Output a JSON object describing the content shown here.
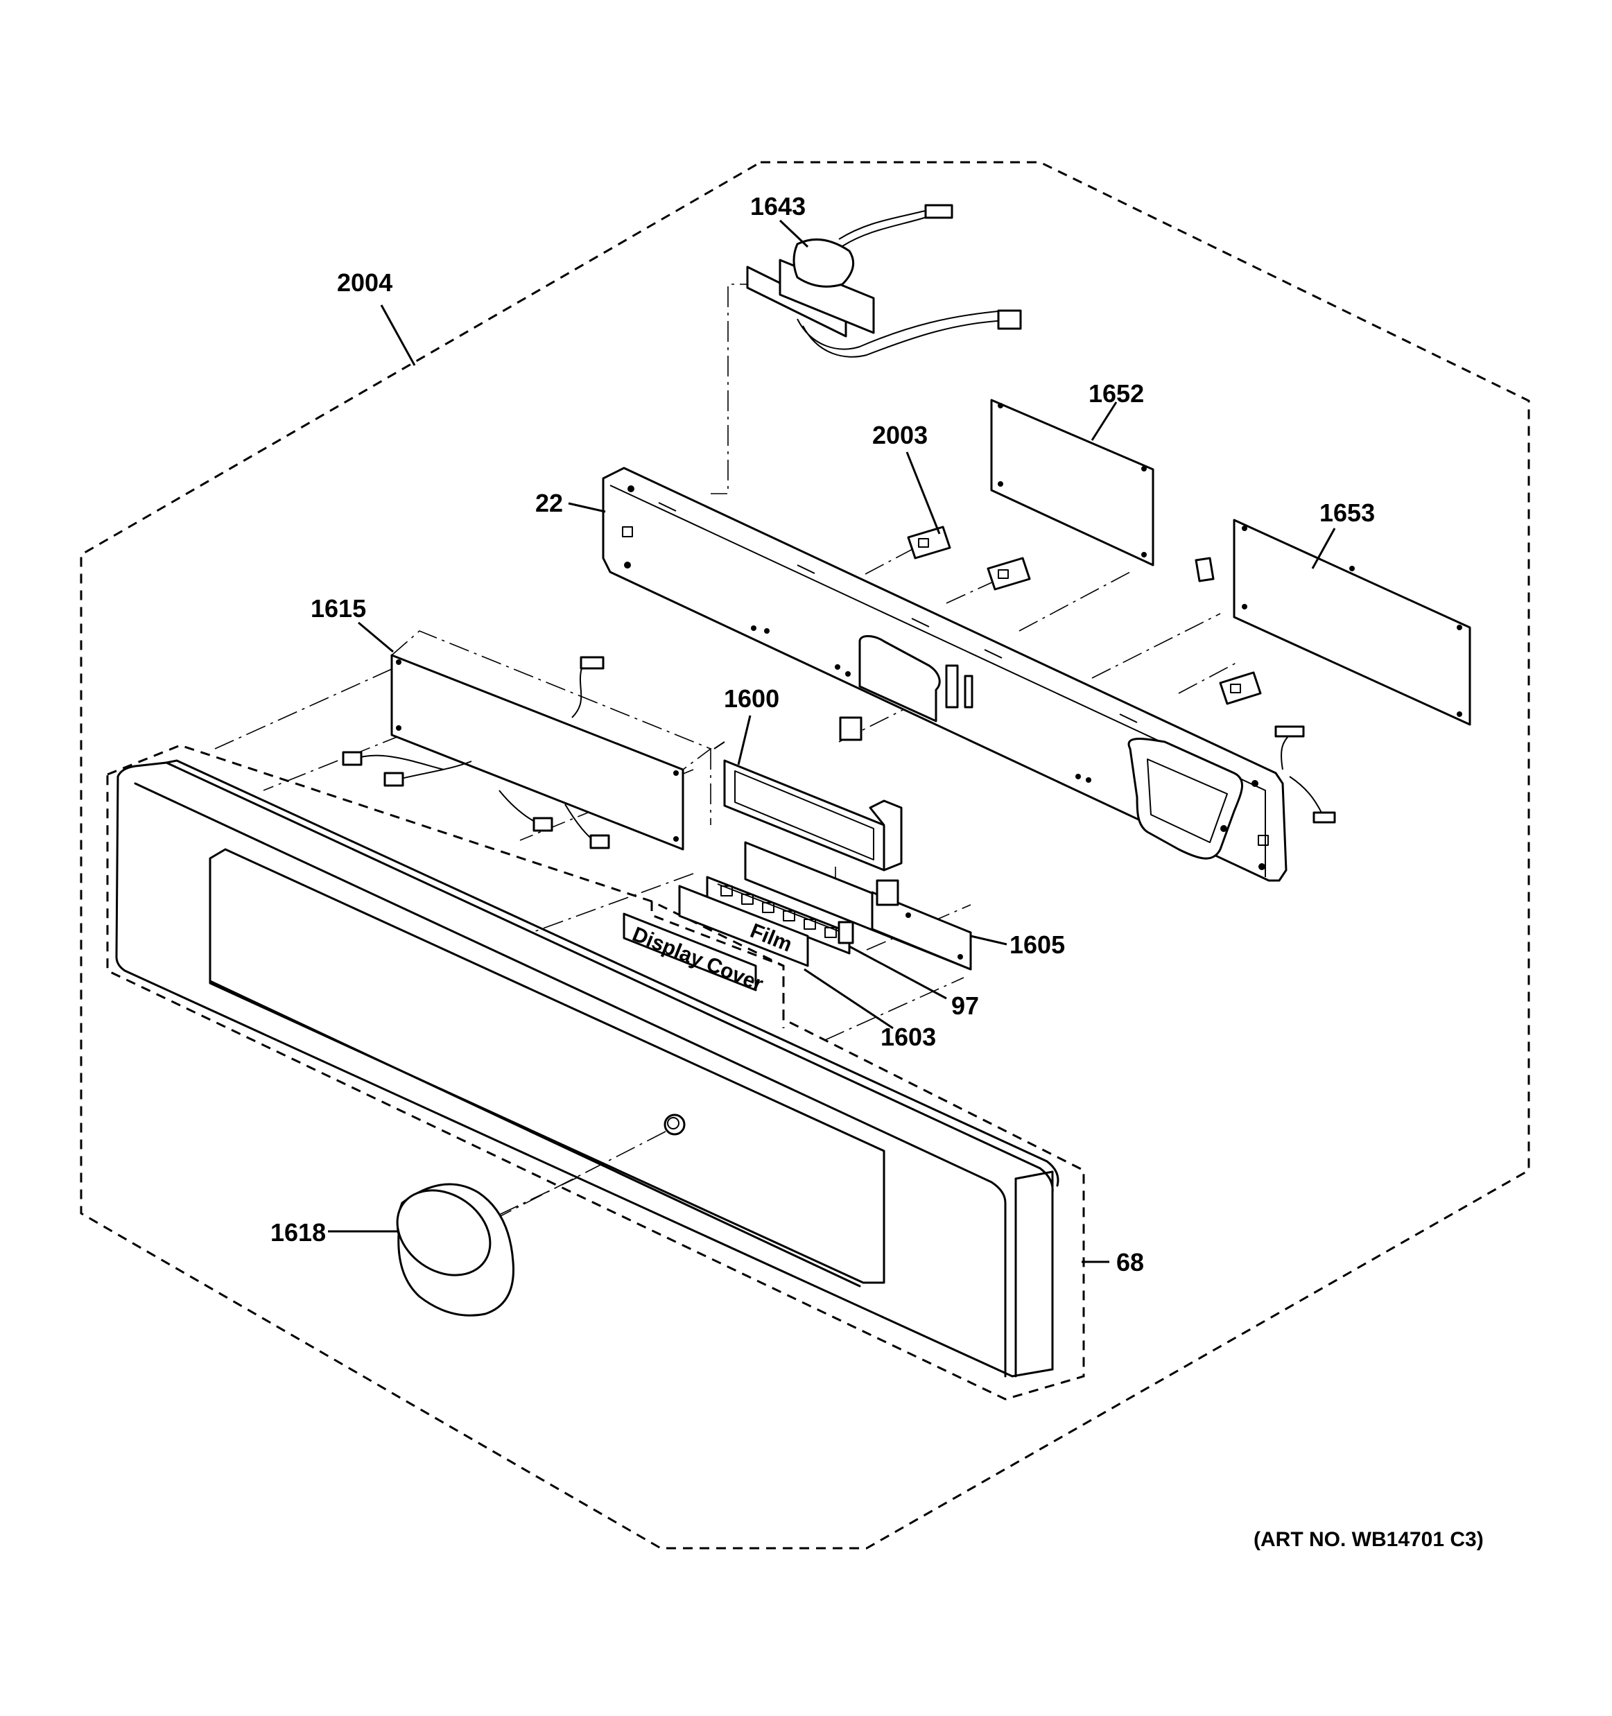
{
  "diagram": {
    "callouts": {
      "c2004": "2004",
      "c1643": "1643",
      "c1652": "1652",
      "c2003": "2003",
      "c22": "22",
      "c1653": "1653",
      "c1615": "1615",
      "c1600": "1600",
      "c1605": "1605",
      "c97": "97",
      "c1603": "1603",
      "c1618": "1618",
      "c68": "68"
    },
    "part_labels": {
      "film": "Film",
      "display_cover": "Display Cover"
    },
    "art_number": "(ART NO. WB14701 C3)"
  }
}
